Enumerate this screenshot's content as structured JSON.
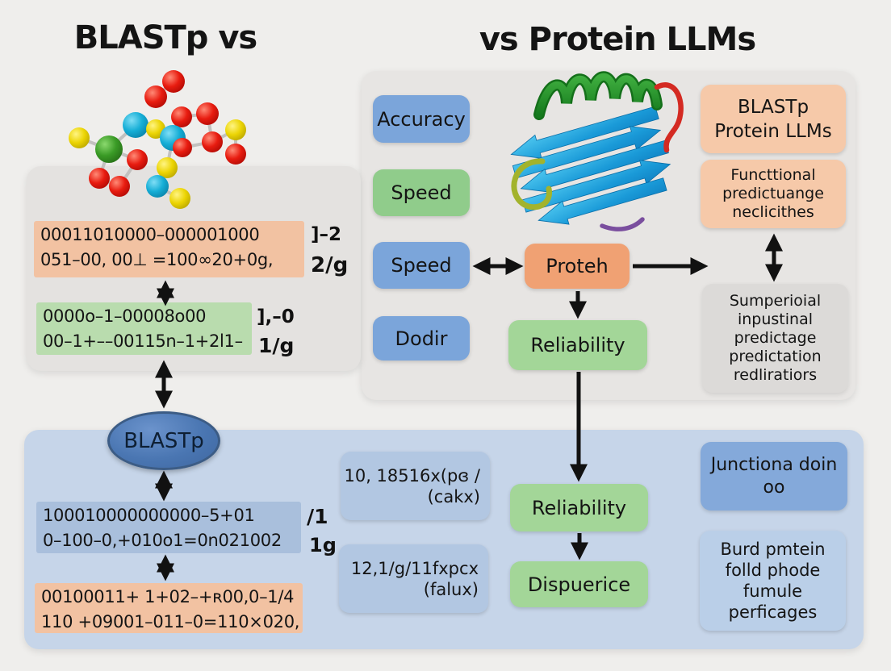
{
  "title_left": "BLASTp vs",
  "title_right": "vs Protein LLMs",
  "left_flow": {
    "seq1": {
      "line1": "00011010000–000001000",
      "line2": "051–00,    00⊥ =100∞20+0g,",
      "label1": "]–2",
      "label2": "2/g"
    },
    "seq2": {
      "line1": "0000o–1–00008o00",
      "line2": "00–1+––00115n–1+2l1–",
      "label1": "],–0",
      "label2": "1/g"
    },
    "ellipse_label": "BLASTp",
    "seq3": {
      "line1": "100010000000000–5+01",
      "line2": "0–100–0,+010o1=0n021002",
      "label1": "/1",
      "label2": "1g"
    },
    "seq4": {
      "line1": "00100011+  1+02–+ʀ00,0–1/4",
      "line2": "110 +09001–011–0=110×020,"
    }
  },
  "metrics": {
    "accuracy": "Accuracy",
    "speed_green": "Speed",
    "speed_blue": "Speed",
    "dodir": "Dodir"
  },
  "flow": {
    "proteh": "Proteh",
    "reliability1": "Reliability",
    "reliability2": "Reliability",
    "dispuerice": "Dispuerice"
  },
  "right_col": {
    "box1": {
      "line1": "BLASTp",
      "line2": "Protein LLMs"
    },
    "box2": {
      "line1": "Functtional",
      "line2": "predictuange",
      "line3": "neclicithes"
    },
    "box3": {
      "line1": "Sumperioial",
      "line2": "inpustinal",
      "line3": "predictage",
      "line4": "predictation",
      "line5": "redliratiors"
    }
  },
  "bottom": {
    "metric1": {
      "line1": "10, 18516x(pɞ /",
      "line2": "(cakx)"
    },
    "metric2": {
      "line1": "12,1/g/11fxpcx",
      "line2": "(falux)"
    },
    "junctiona": {
      "line1": "Junctiona doin",
      "line2": "oo"
    },
    "burd": {
      "line1": "Burd pmtein",
      "line2": "folld phode",
      "line3": "fumule",
      "line4": "perficages"
    }
  },
  "colors": {
    "background": "#efeeec",
    "panel_gray": "#e7e5e3",
    "panel_blue": "#c6d5e9",
    "seq_peach": "#f2c2a2",
    "seq_green": "#b9dcae",
    "seq_blue": "#a9bfdc",
    "box_blue": "#7ba5da",
    "box_green": "#90cc8b",
    "box_orange": "#f0a173",
    "box_peach": "#f6c9a9",
    "ellipse_blue": "#4a76b2",
    "arrow_black": "#111111"
  }
}
